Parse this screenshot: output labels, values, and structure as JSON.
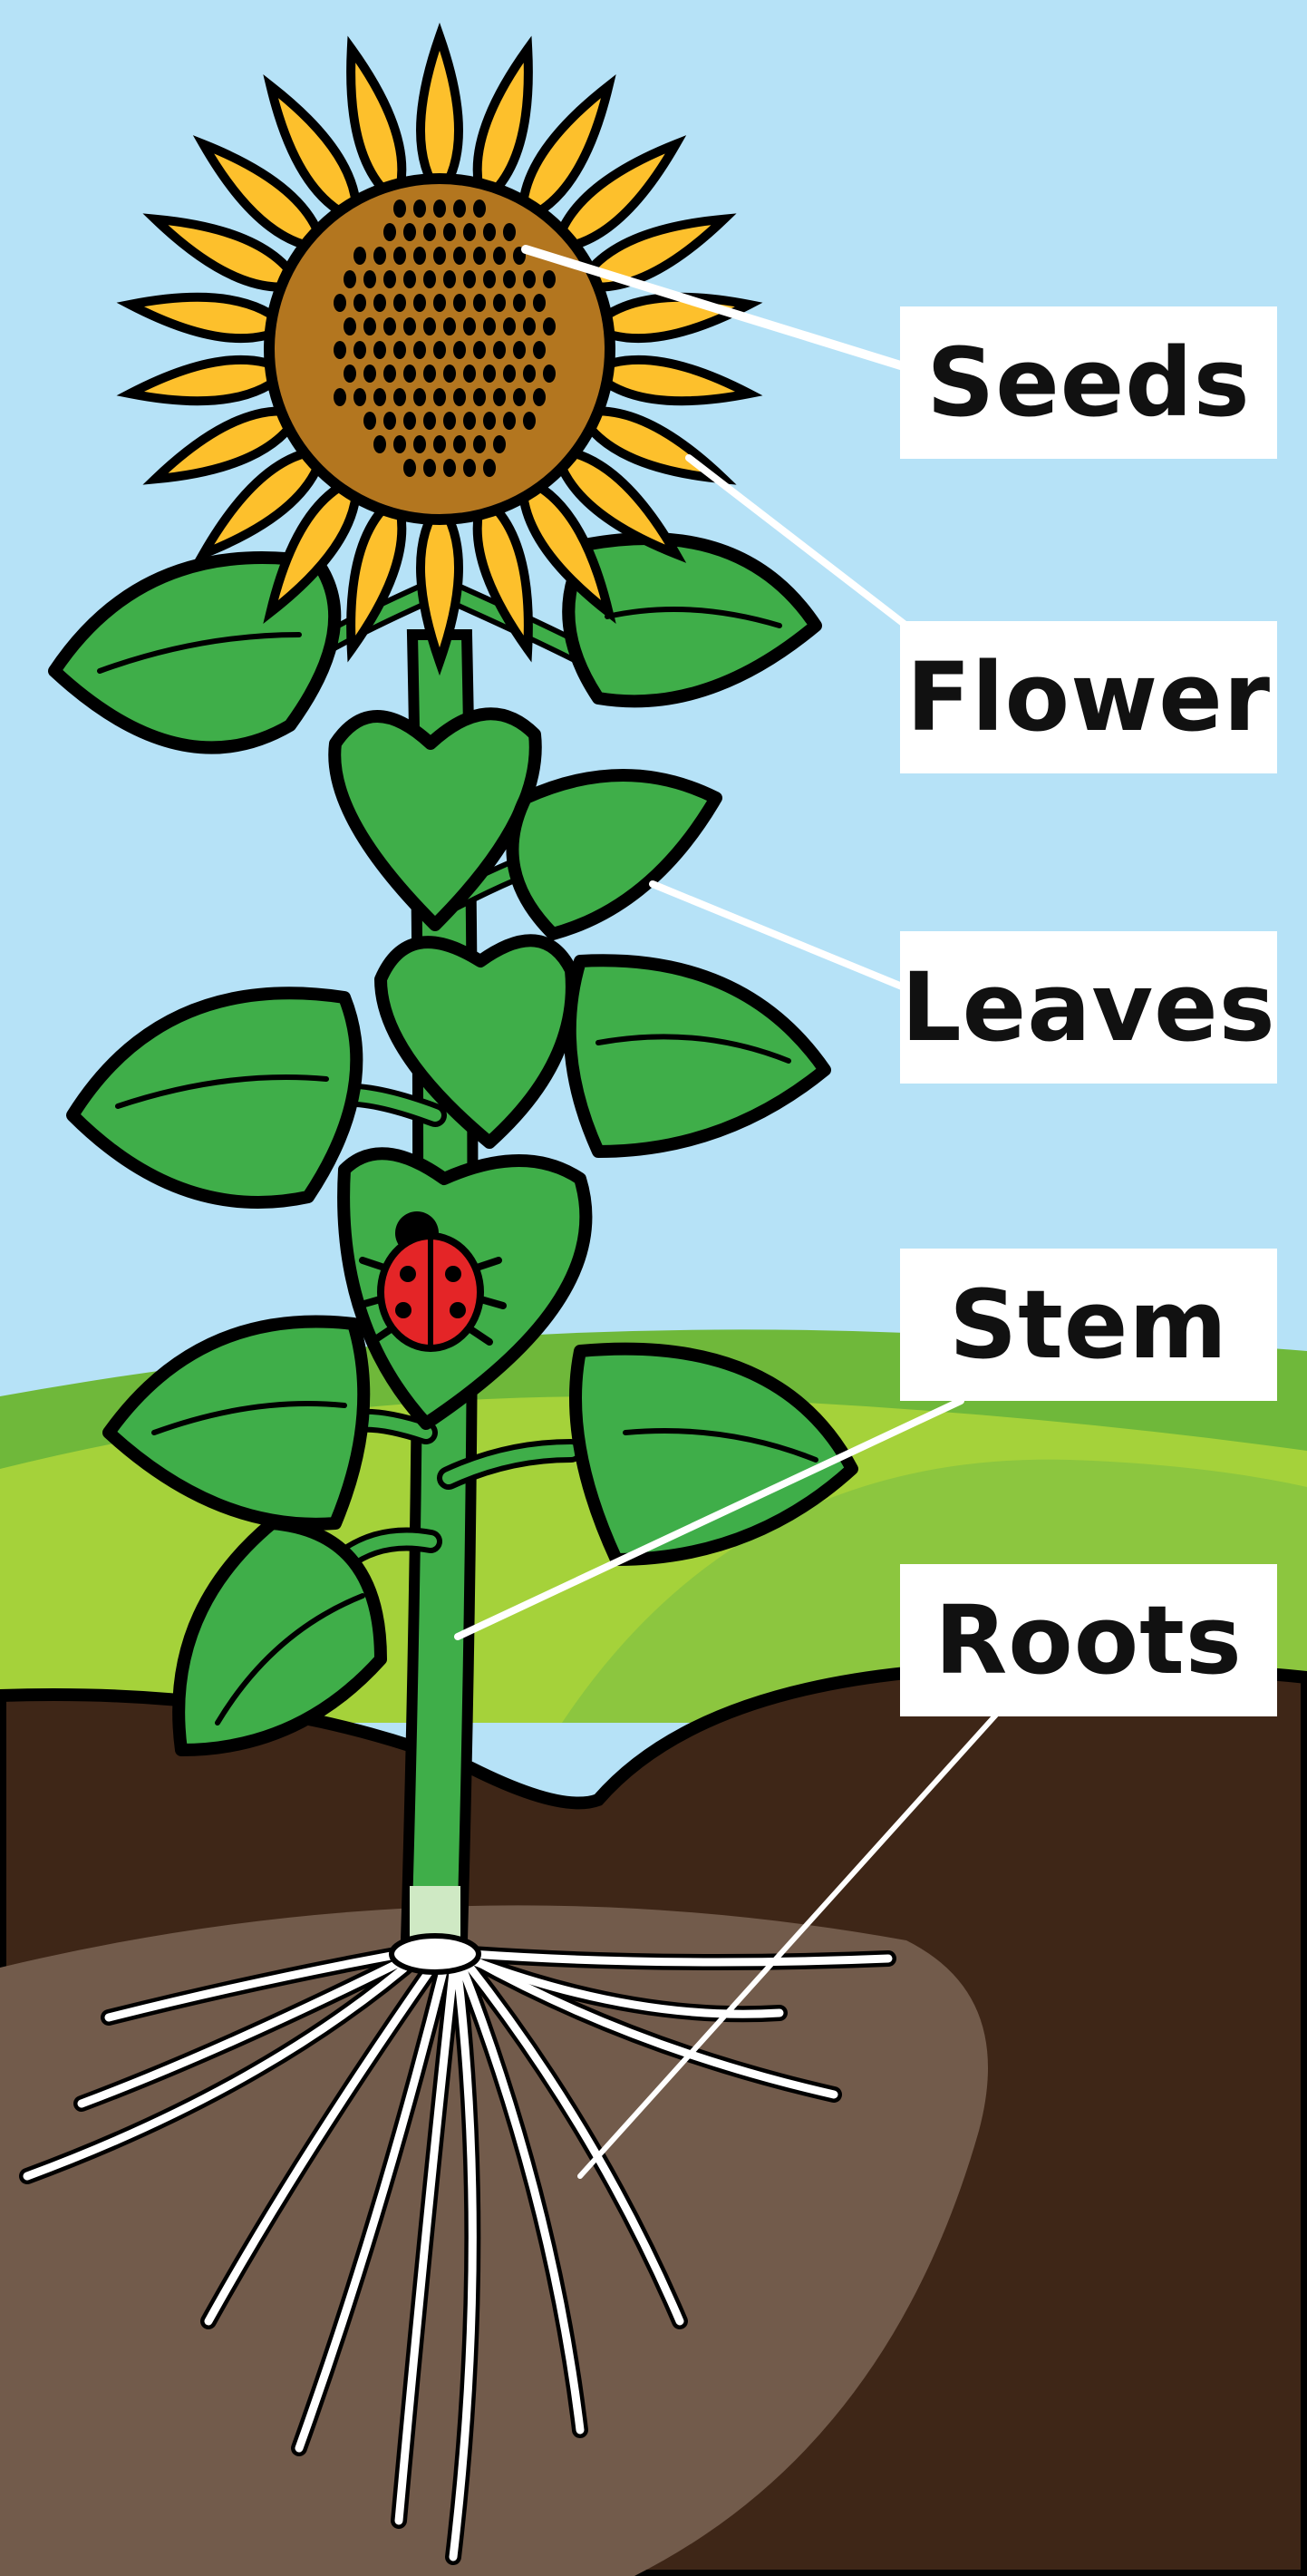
{
  "diagram": {
    "labels": [
      {
        "id": "seeds",
        "text": "Seeds"
      },
      {
        "id": "flower",
        "text": "Flower"
      },
      {
        "id": "leaves",
        "text": "Leaves"
      },
      {
        "id": "stem",
        "text": "Stem"
      },
      {
        "id": "roots",
        "text": "Roots"
      }
    ]
  },
  "colors": {
    "sky": "#b6e2f7",
    "hills_light": "#a5d23a",
    "hills_dark": "#6fb83a",
    "soil": "#3e2617",
    "root_zone": "#725b4b",
    "petal": "#fdc02c",
    "seed_head": "#b3761f",
    "leaf": "#3fae49",
    "stem": "#3fae49",
    "ladybug": "#e42527",
    "outline": "#000000",
    "label_box": "#ffffff"
  }
}
